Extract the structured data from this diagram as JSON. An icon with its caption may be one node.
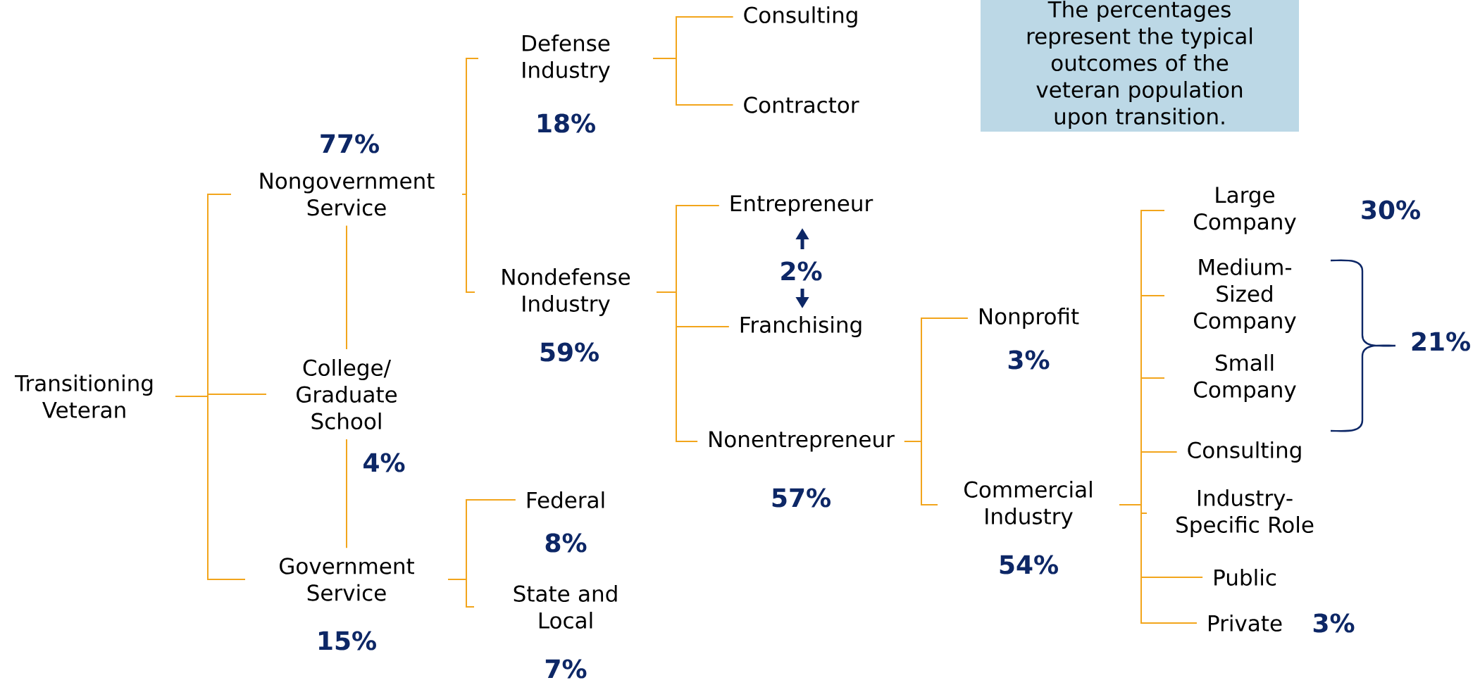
{
  "diagram": {
    "nodes": [
      {
        "text": [
          "Transitioning Veteran"
        ]
      },
      {
        "text": [
          "Nongovernment Service"
        ],
        "beside": [
          "77%"
        ]
      },
      {
        "text": [
          "College/ Graduate School"
        ],
        "beside": [
          "4%"
        ]
      },
      {
        "text": [
          "Government Service"
        ],
        "beside": [
          "15%"
        ]
      },
      {
        "text": [
          "Defense Industry"
        ],
        "beside": [
          "18%"
        ]
      },
      {
        "text": [
          "Nondefense Industry"
        ],
        "beside": [
          "59%"
        ]
      },
      {
        "text": [
          "Consulting"
        ]
      },
      {
        "text": [
          "Contractor"
        ]
      },
      {
        "text": [
          "Entrepreneur"
        ]
      },
      {
        "text": [
          "Franchising"
        ]
      },
      {
        "text": [
          "Nonentrepreneur"
        ],
        "beside": [
          "57%"
        ]
      },
      {
        "text": [
          "Federal"
        ],
        "beside": [
          "8%"
        ]
      },
      {
        "text": [
          "State and Local"
        ],
        "beside": [
          "7%"
        ]
      },
      {
        "text": [
          "Nonprofit"
        ],
        "beside": [
          "3%"
        ]
      },
      {
        "text": [
          "Commercial Industry"
        ],
        "beside": [
          "54%"
        ]
      },
      {
        "text": [
          "Large Company"
        ],
        "beside": [
          "30%"
        ]
      },
      {
        "text": [
          "Medium- Sized Company"
        ]
      },
      {
        "text": [
          "Small Company"
        ]
      },
      {
        "text": [
          "Consulting"
        ]
      },
      {
        "text": [
          "Industry- Specific Role"
        ]
      },
      {
        "text": [
          "Public"
        ]
      },
      {
        "text": [
          "Private"
        ],
        "beside": [
          "3%"
        ]
      },
      {
        "text": [
          "The percentages represent the typical outcomes of the veteran population upon transition."
        ]
      }
    ],
    "edges": [
      {
        "from": 0,
        "to": 1,
        "arrow": "none"
      },
      {
        "from": 0,
        "to": 2,
        "arrow": "none"
      },
      {
        "from": 0,
        "to": 3,
        "arrow": "none"
      },
      {
        "from": 1,
        "to": 2,
        "arrow": "none"
      },
      {
        "from": 2,
        "to": 3,
        "arrow": "none"
      },
      {
        "from": 1,
        "to": 4,
        "arrow": "none"
      },
      {
        "from": 1,
        "to": 5,
        "arrow": "none"
      },
      {
        "from": 4,
        "to": 6,
        "arrow": "none"
      },
      {
        "from": 4,
        "to": 7,
        "arrow": "none"
      },
      {
        "from": 5,
        "to": 8,
        "arrow": "none"
      },
      {
        "from": 5,
        "to": 9,
        "arrow": "none"
      },
      {
        "from": 5,
        "to": 10,
        "arrow": "none"
      },
      {
        "from": 3,
        "to": 11,
        "arrow": "none"
      },
      {
        "from": 3,
        "to": 12,
        "arrow": "none"
      },
      {
        "from": 10,
        "to": 13,
        "arrow": "none"
      },
      {
        "from": 10,
        "to": 14,
        "arrow": "none"
      },
      {
        "from": 14,
        "to": 15,
        "arrow": "none"
      },
      {
        "from": 14,
        "to": 16,
        "arrow": "none"
      },
      {
        "from": 14,
        "to": 17,
        "arrow": "none"
      },
      {
        "from": 14,
        "to": 18,
        "arrow": "none"
      },
      {
        "from": 14,
        "to": 19,
        "arrow": "none"
      },
      {
        "from": 14,
        "to": 20,
        "arrow": "none"
      },
      {
        "from": 14,
        "to": 21,
        "arrow": "none"
      }
    ],
    "labels": [
      "2%",
      "21%"
    ]
  }
}
